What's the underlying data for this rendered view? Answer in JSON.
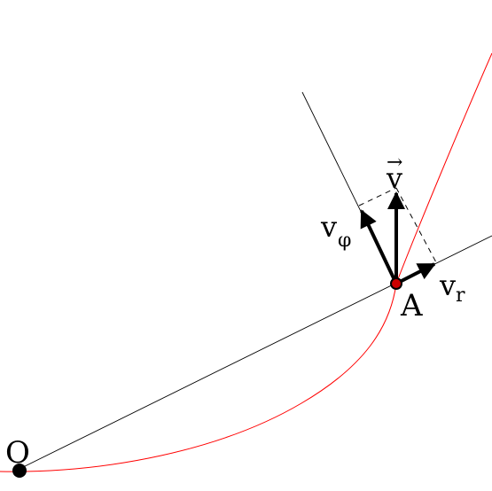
{
  "labels": {
    "origin": "O",
    "point": "A",
    "velocity": "v",
    "vector_arrow": "→",
    "v_phi_base": "v",
    "v_phi_sub": "φ",
    "v_r_base": "v",
    "v_r_sub": "r"
  },
  "colors": {
    "background": "#ffffff",
    "trajectory": "#ff0000",
    "lines": "#000000",
    "vectors": "#000000",
    "point_fill": "#cc0000"
  }
}
